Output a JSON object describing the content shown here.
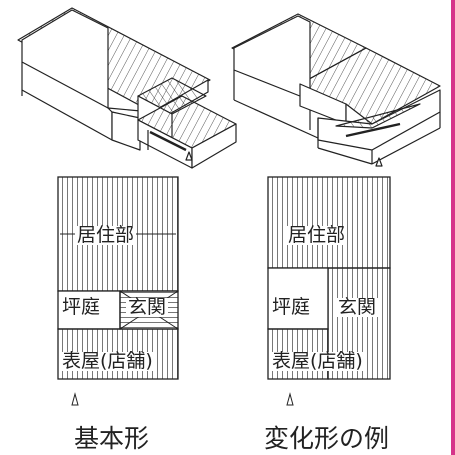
{
  "colors": {
    "ink": "#222222",
    "accent": "#d6338a",
    "paper": "#ffffff"
  },
  "basic": {
    "living": "居住部",
    "courtyard": "坪庭",
    "entrance": "玄関",
    "front": "表屋(店舗)",
    "caption": "基本形"
  },
  "variant": {
    "living": "居住部",
    "courtyard": "坪庭",
    "entrance": "玄関",
    "front": "表屋(店舗)",
    "caption": "変化形の例"
  }
}
